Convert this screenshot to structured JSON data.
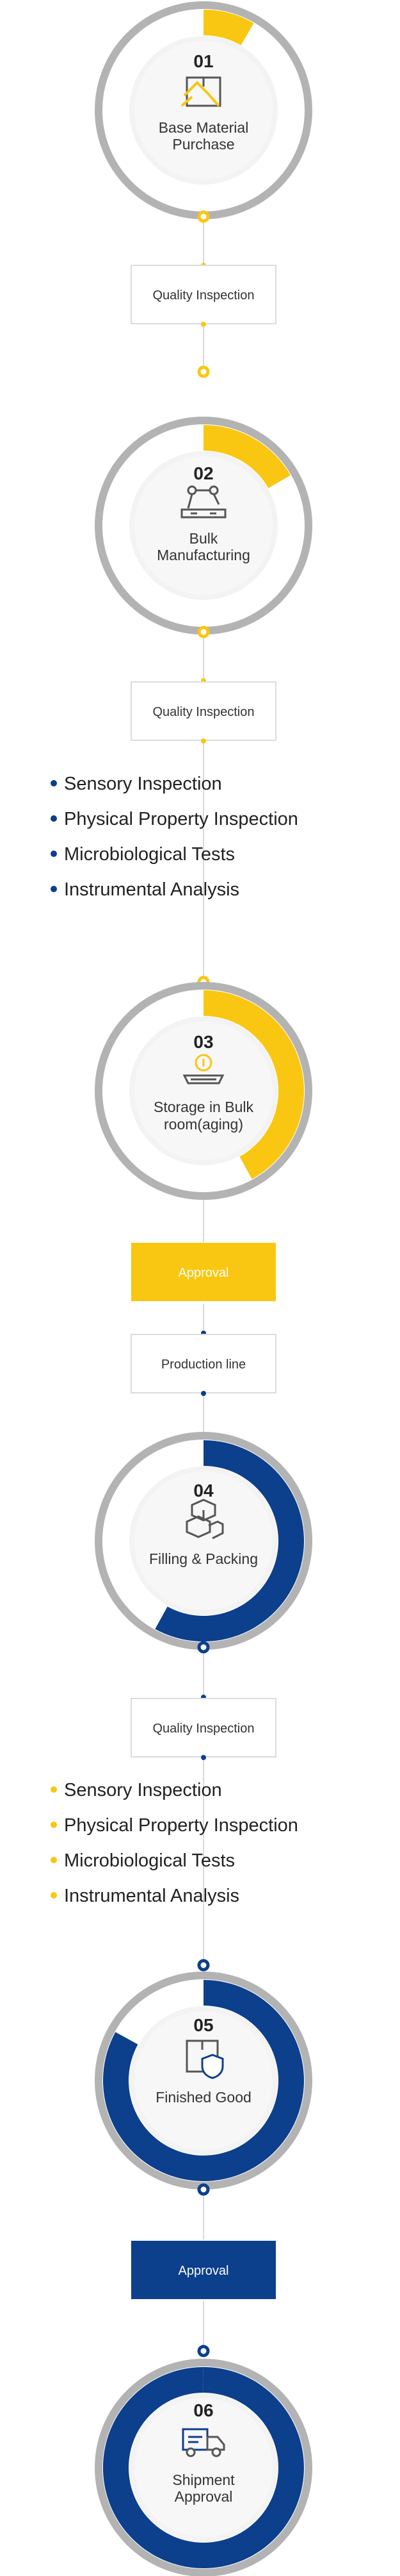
{
  "colors": {
    "yellow": "#f9c712",
    "navy": "#0c3f8c",
    "ring_gray": "#b3b3b3",
    "line_gray": "#d9d9d9"
  },
  "stages": [
    {
      "number": "01",
      "name_lines": [
        "Base Material",
        "Purchase"
      ],
      "icon": "box-hand-icon",
      "progress": 0.0833,
      "color": "yellow"
    },
    {
      "number": "02",
      "name_lines": [
        "Bulk",
        "Manufacturing"
      ],
      "icon": "robot-arm-icon",
      "progress": 0.1667,
      "color": "yellow"
    },
    {
      "number": "03",
      "name_lines": [
        "Storage in Bulk",
        "room(aging)"
      ],
      "icon": "storage-tray-icon",
      "progress": 0.42,
      "color": "yellow"
    },
    {
      "number": "04",
      "name_lines": [
        "Filling & Packing"
      ],
      "icon": "boxes-icon",
      "progress": 0.58,
      "color": "navy"
    },
    {
      "number": "05",
      "name_lines": [
        "Finished Good"
      ],
      "icon": "shield-box-icon",
      "progress": 0.83,
      "color": "navy"
    },
    {
      "number": "06",
      "name_lines": [
        "Shipment",
        "Approval"
      ],
      "icon": "truck-icon",
      "progress": 1.0,
      "color": "navy"
    }
  ],
  "boxes": [
    {
      "label": "Quality Inspection",
      "style": "outline"
    },
    {
      "label": "Quality Inspection",
      "style": "outline"
    },
    {
      "label": "Approval",
      "style": "filled-yellow"
    },
    {
      "label": "Production line",
      "style": "outline"
    },
    {
      "label": "Quality Inspection",
      "style": "outline"
    },
    {
      "label": "Approval",
      "style": "filled-navy"
    }
  ],
  "inspection_lists": [
    {
      "bullet_color": "navy",
      "items": [
        "Sensory Inspection",
        "Physical Property Inspection",
        "Microbiological Tests",
        "Instrumental Analysis"
      ]
    },
    {
      "bullet_color": "yellow",
      "items": [
        "Sensory Inspection",
        "Physical Property Inspection",
        "Microbiological Tests",
        "Instrumental Analysis"
      ]
    }
  ]
}
